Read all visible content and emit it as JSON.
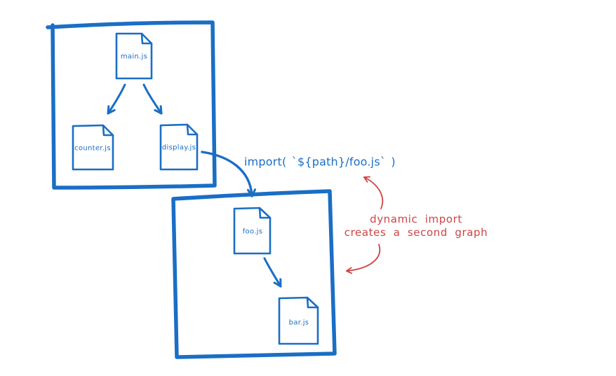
{
  "colors": {
    "blue": "#1a6ec5",
    "red": "#cf4343",
    "paper": "#ffffff"
  },
  "graph1": {
    "files": {
      "main": "main.js",
      "counter": "counter.js",
      "display": "display.js"
    }
  },
  "graph2": {
    "files": {
      "foo": "foo.js",
      "bar": "bar.js"
    }
  },
  "import_call": {
    "label": "import( `${path}/foo.js` )"
  },
  "annotation": {
    "line1": "dynamic import",
    "line2": "creates a second graph"
  }
}
